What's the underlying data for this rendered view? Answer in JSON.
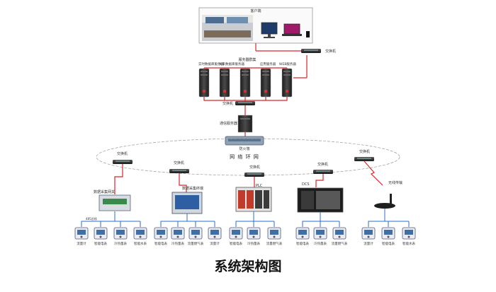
{
  "client_label": "客户端",
  "switch_label": "交换机",
  "server_cluster_label": "服务器群集",
  "servers": [
    "实时数据库服务器",
    "关系数据库服务器",
    "应用服务器",
    "WEB服务器"
  ],
  "comm_server_label": "通信服务器",
  "firewall_label": "防火墙",
  "network_ring_label": "网 络 环 网",
  "collector_1_label": "数据采集网关",
  "collector_2_label": "数据采集终端",
  "plc_label": "PLC",
  "dcs_label": "DCS",
  "wireless_label": "无线传输",
  "port_label": "485总线",
  "devices": [
    [
      "流量计",
      "智能电表",
      "冷热量表",
      "智能水表"
    ],
    [
      "智能电表",
      "冷热量表",
      "流量燃气表",
      "流量计"
    ],
    [
      "智能电表",
      "冷热量表",
      "流量燃气表"
    ],
    [
      "智能电表",
      "冷热量表",
      "流量燃气表"
    ],
    [
      "流量计",
      "智能电表",
      "智能水表"
    ]
  ],
  "caption": "系统架构图",
  "colors": {
    "red_line": "#d9262b",
    "blue_line": "#2a6fd6",
    "dark": "#222222"
  }
}
